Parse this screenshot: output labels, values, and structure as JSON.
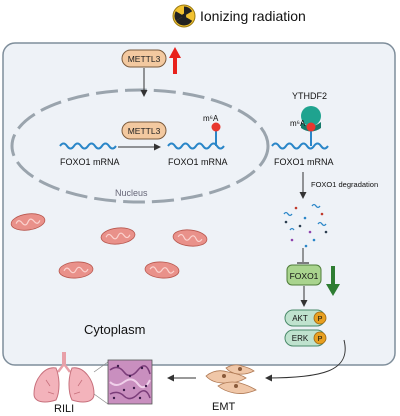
{
  "title": "Ionizing radiation",
  "enzymes": {
    "writer": "METTL3",
    "reader": "YTHDF2"
  },
  "labels": {
    "foxo1_unmodified": "FOXO1 mRNA",
    "foxo1_methylated": "FOXO1 mRNA",
    "foxo1_bound": "FOXO1 mRNA",
    "m6a_1": "m⁶A",
    "m6a_2": "m⁶A",
    "nucleus": "Nucleus",
    "degradation": "FOXO1 degradation",
    "foxo1_protein": "FOXO1",
    "akt": "AKT",
    "erk": "ERK",
    "phospho": "P",
    "cytoplasm": "Cytoplasm",
    "emt": "EMT",
    "rili": "RILI"
  },
  "regulation": {
    "mettl3": "up",
    "foxo1": "down"
  },
  "colors": {
    "cell_fill": "#eef2f7",
    "cell_stroke": "#7f8e9b",
    "mrna": "#2a86c8",
    "m6a": "#e8372f",
    "up_arrow": "#e8211c",
    "down_arrow": "#2e7d32",
    "ythdf2": "#1fa38f",
    "mito": "#e9918a",
    "protein_box": "#a9d48e",
    "phospho": "#e8a020",
    "radiation": "#f2c230"
  },
  "icons": [
    "radiation-icon",
    "mitochondrion-icon",
    "lung-icon",
    "tissue-histology-icon",
    "fibroblast-cell-icon"
  ]
}
